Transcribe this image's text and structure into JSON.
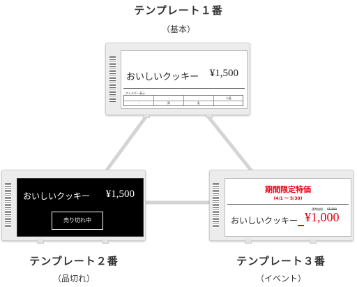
{
  "templates": [
    {
      "title": "テンプレート１番",
      "subtitle": "（基本）",
      "product": "おいしいクッキー",
      "price": "¥1,500",
      "allergy_label": "アレルギー表示",
      "allergy_headers": [
        "",
        "-",
        "-",
        "小麦"
      ],
      "allergy_values": [
        "-",
        "卵",
        "乳",
        "-"
      ]
    },
    {
      "title": "テンプレート２番",
      "subtitle": "（品切れ）",
      "product": "おいしいクッキー",
      "price": "¥1,500",
      "soldout": "売り切れ中"
    },
    {
      "title": "テンプレート３番",
      "subtitle": "（イベント）",
      "event_title": "期間限定特価",
      "event_period": "(4/1 ～ 5/30)",
      "product": "おいしいクッキー",
      "regular_label": "通常価格",
      "regular_price": "¥1,500",
      "sale_price": "¥1,000"
    }
  ],
  "colors": {
    "accent_red": "#e60012",
    "connector": "#d4d4d4"
  }
}
